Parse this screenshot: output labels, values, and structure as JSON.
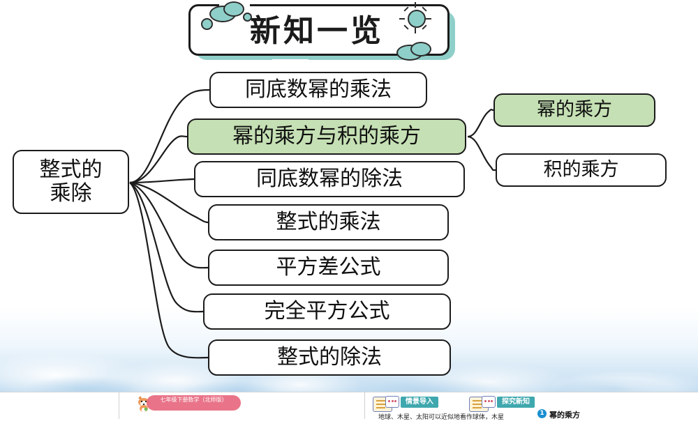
{
  "slide": {
    "title": "新知一览",
    "root_node": {
      "line1": "整式的",
      "line2": "乘除"
    },
    "branches": [
      {
        "label": "同底数幂的乘法",
        "highlighted": false
      },
      {
        "label": "幂的乘方与积的乘方",
        "highlighted": true
      },
      {
        "label": "同底数幂的除法",
        "highlighted": false
      },
      {
        "label": "整式的乘法",
        "highlighted": false
      },
      {
        "label": "平方差公式",
        "highlighted": false
      },
      {
        "label": "完全平方公式",
        "highlighted": false
      },
      {
        "label": "整式的除法",
        "highlighted": false
      }
    ],
    "sub_branches": [
      {
        "label": "幂的乘方",
        "highlighted": true
      },
      {
        "label": "积的乘方",
        "highlighted": false
      }
    ],
    "colors": {
      "highlight_fill": "#c5e0b4",
      "node_border": "#1b1b1b",
      "title_accent": "#8fcfc9",
      "sky": "#b7d6ee"
    }
  },
  "thumbnails": [
    {
      "badge_label": "七年级下册数学（北师版）",
      "badge_color": "#e8697f",
      "icon": "fox-icon"
    },
    {
      "badge_label": "情景导入",
      "badge_color": "#3fa8ae",
      "body_text": "地球、木星、太阳可以近似地看作球体，木星",
      "icon": "speech-bubble-icon"
    },
    {
      "badge_label": "探究新知",
      "badge_color": "#3fa8ae",
      "number": "1",
      "section_title": "幂的乘方",
      "icon": "speech-bubble-icon"
    }
  ]
}
